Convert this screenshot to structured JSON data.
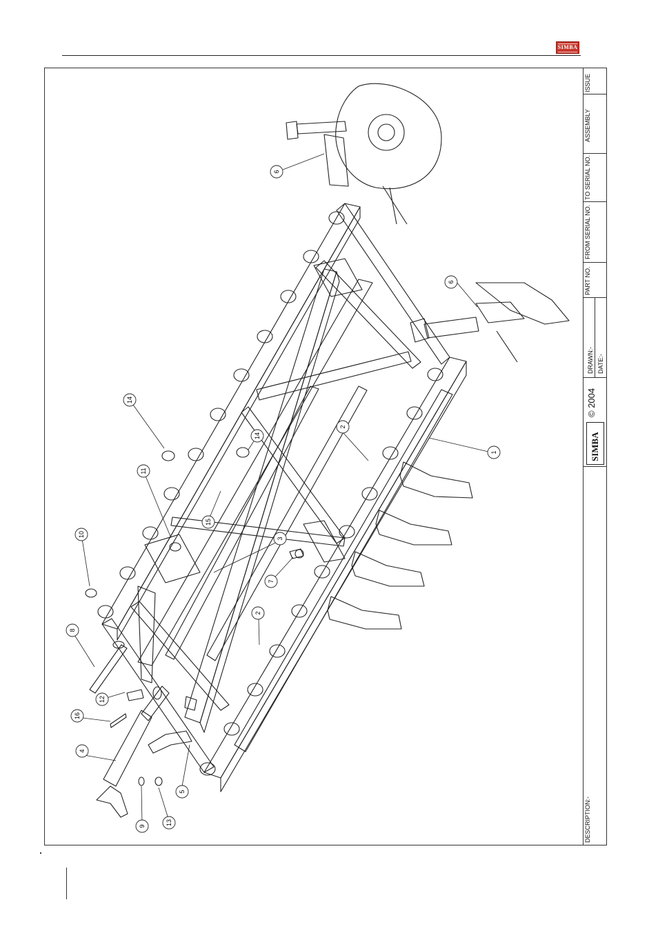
{
  "header": {
    "logo_text": "SIMBA"
  },
  "title_block": {
    "issue": "ISSUE",
    "assembly": "ASSEMBLY",
    "to_serial": "TO SERIAL NO.",
    "from_serial": "FROM SERIAL NO.",
    "part_no": "PART NO.",
    "drawn": "DRAWN:-",
    "date": "DATE:-",
    "copyright": "© 2004",
    "brand": "SIMBA",
    "description": "DESCRIPTION:-"
  },
  "callouts": [
    {
      "label": "1"
    },
    {
      "label": "2"
    },
    {
      "label": "2"
    },
    {
      "label": "3"
    },
    {
      "label": "4"
    },
    {
      "label": "5"
    },
    {
      "label": "6"
    },
    {
      "label": "6"
    },
    {
      "label": "7"
    },
    {
      "label": "8"
    },
    {
      "label": "9"
    },
    {
      "label": "10"
    },
    {
      "label": "11"
    },
    {
      "label": "12"
    },
    {
      "label": "13"
    },
    {
      "label": "14"
    },
    {
      "label": "14"
    },
    {
      "label": "15"
    },
    {
      "label": "16"
    }
  ]
}
